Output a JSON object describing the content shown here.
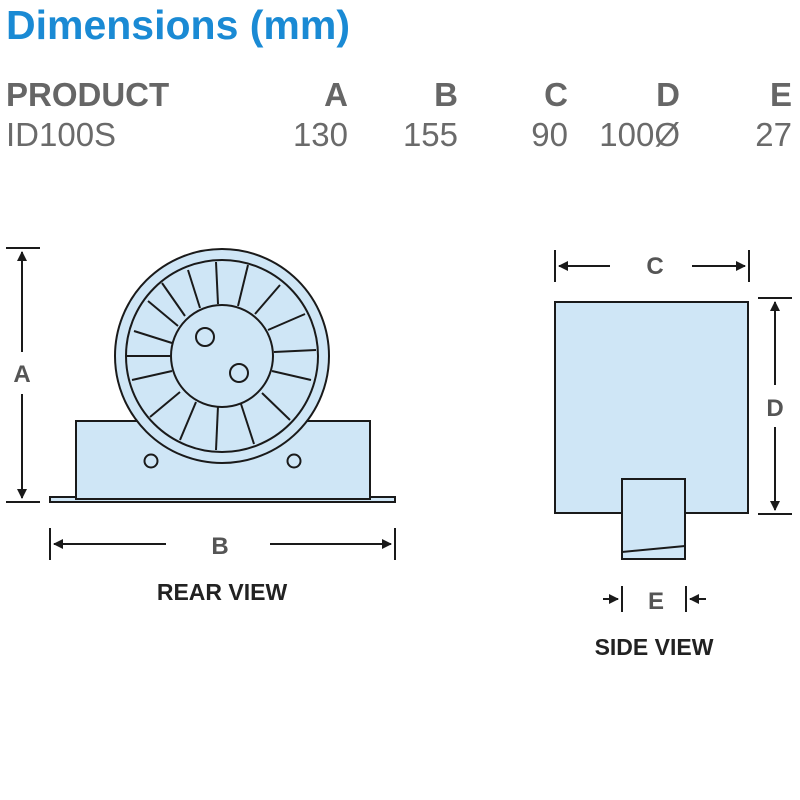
{
  "title": "Dimensions (mm)",
  "table": {
    "headers": [
      "PRODUCT",
      "A",
      "B",
      "C",
      "D",
      "E"
    ],
    "rows": [
      [
        "ID100S",
        "130",
        "155",
        "90",
        "100Ø",
        "27"
      ]
    ]
  },
  "diagram": {
    "rear_view": {
      "caption": "REAR VIEW",
      "labels": {
        "a": "A",
        "b": "B"
      }
    },
    "side_view": {
      "caption": "SIDE VIEW",
      "labels": {
        "c": "C",
        "d": "D",
        "e": "E"
      }
    }
  },
  "colors": {
    "title": "#1a8ad4",
    "fill": "#cfe6f6",
    "stroke": "#1a1a1a",
    "table_text": "#6a6a6a"
  }
}
